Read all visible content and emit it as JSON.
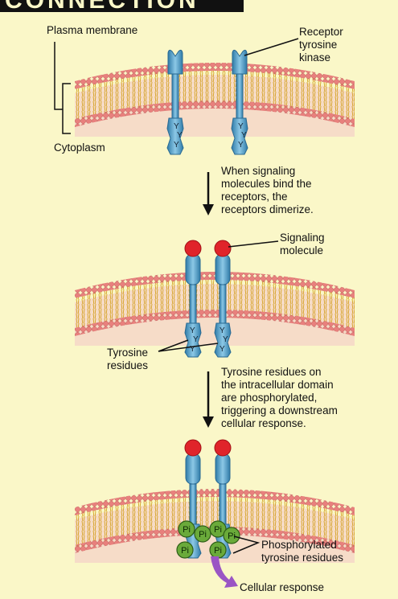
{
  "header": {
    "title": "CONNECTION"
  },
  "labels": {
    "plasma_membrane": "Plasma membrane",
    "receptor_tyrosine_kinase": "Receptor\ntyrosine\nkinase",
    "cytoplasm": "Cytoplasm",
    "signaling_molecule": "Signaling\nmolecule",
    "tyrosine_residues": "Tyrosine\nresidues",
    "phosphorylated_tyrosine_residues": "Phosphorylated\ntyrosine residues",
    "cellular_response": "Cellular response"
  },
  "steps": [
    {
      "text": "When signaling\nmolecules bind the\nreceptors, the\nreceptors dimerize."
    },
    {
      "text": "Tyrosine residues on\nthe intracellular domain\nare phosphorylated,\ntriggering a downstream\ncellular response."
    }
  ],
  "residue_letter": "Y",
  "phosphate_label": "Pi",
  "colors": {
    "background": "#faf7c8",
    "lipid_head": "#e8807d",
    "lipid_tail": "#d4a020",
    "cytoplasm": "#f6dcc8",
    "receptor": "#4a9cc4",
    "signaling_molecule": "#e0242a",
    "phosphate": "#6aaa3a",
    "response_arrow": "#9a55c4"
  }
}
